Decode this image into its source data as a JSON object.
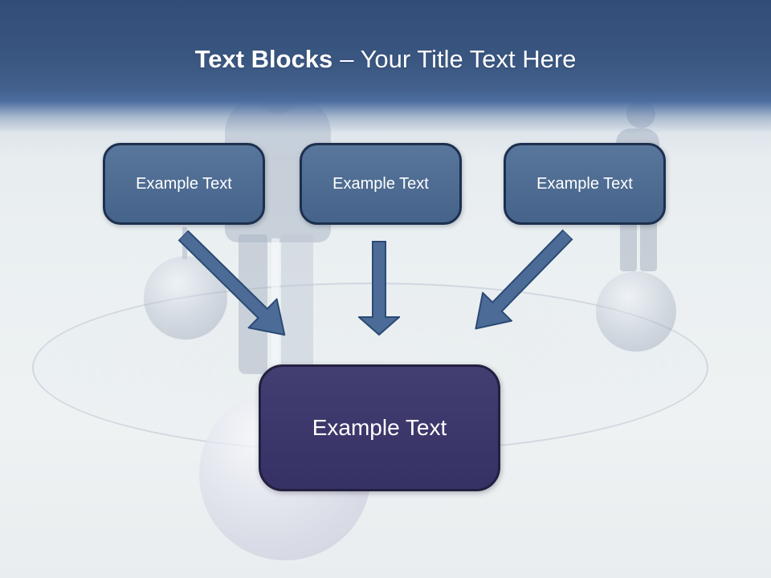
{
  "title": {
    "bold": "Text Blocks",
    "rest": "– Your Title Text Here"
  },
  "blocks": [
    {
      "label": "Example Text"
    },
    {
      "label": "Example Text"
    },
    {
      "label": "Example Text"
    }
  ],
  "center": {
    "label": "Example Text"
  },
  "icons": {
    "arrow_left": "arrow-down-right-icon",
    "arrow_mid": "arrow-down-icon",
    "arrow_right": "arrow-down-left-icon"
  },
  "colors": {
    "header_top": "#324d77",
    "header_bottom": "#4b6da0",
    "title_color": "#ffffff",
    "block_fill": "#4a6a93",
    "block_border": "#1d2f4e",
    "center_fill": "#39346a",
    "center_border": "#23203f",
    "arrow_fill": "#4c6c97",
    "arrow_outline": "#2b4a74",
    "background": "#e9eef0"
  }
}
